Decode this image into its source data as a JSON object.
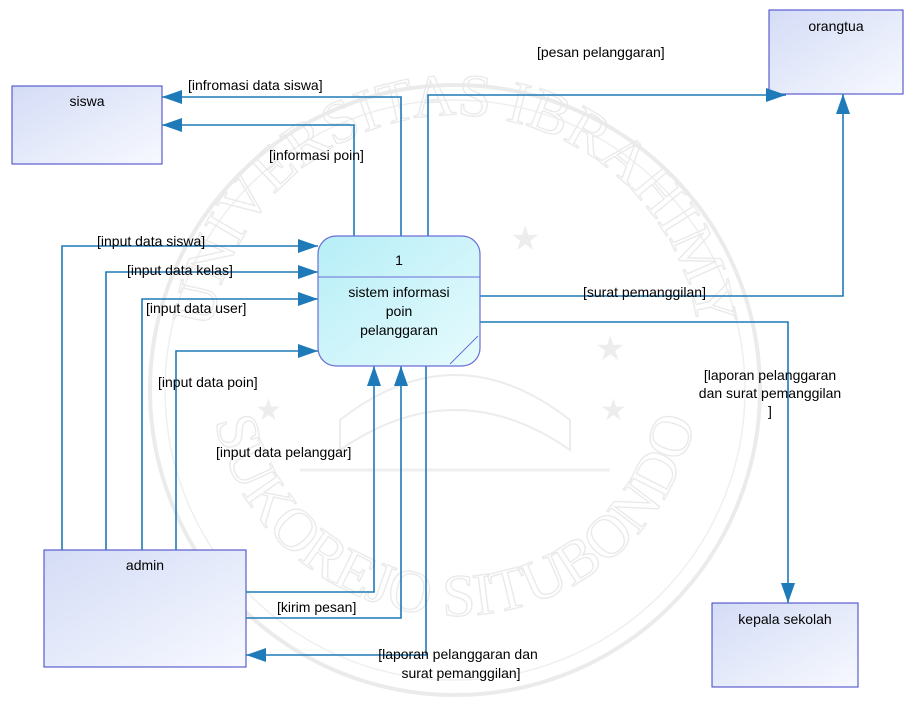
{
  "entities": {
    "siswa": "siswa",
    "orangtua": "orangtua",
    "admin": "admin",
    "kepala_sekolah": "kepala sekolah"
  },
  "process": {
    "number": "1",
    "name_lines": [
      "sistem informasi",
      "poin",
      "pelanggaran"
    ]
  },
  "flows": {
    "infromasi_data_siswa": "[infromasi data siswa]",
    "informasi_poin": "[informasi poin]",
    "pesan_pelanggaran": "[pesan pelanggaran]",
    "input_data_siswa": "[input data siswa]",
    "input_data_kelas": "[input data kelas]",
    "input_data_user": "[input data user]",
    "input_data_poin": "[input data poin]",
    "input_data_pelanggar": "[input data pelanggar]",
    "surat_pemanggilan": "[surat pemanggilan]",
    "laporan_kepsek_lines": [
      "[laporan pelanggaran",
      "dan surat pemanggilan",
      "]"
    ],
    "kirim_pesan": "[kirim pesan]",
    "laporan_admin_lines": [
      "[laporan pelanggaran dan",
      "surat pemanggilan]"
    ]
  },
  "watermark": {
    "text": "UNIVERSITAS IBRAHIMY SUKOREJO SITUBONDO"
  },
  "colors": {
    "flow_line": "#1e7ab8",
    "entity_border": "#3b3fc4",
    "process_fill": "#c9f3f9"
  }
}
